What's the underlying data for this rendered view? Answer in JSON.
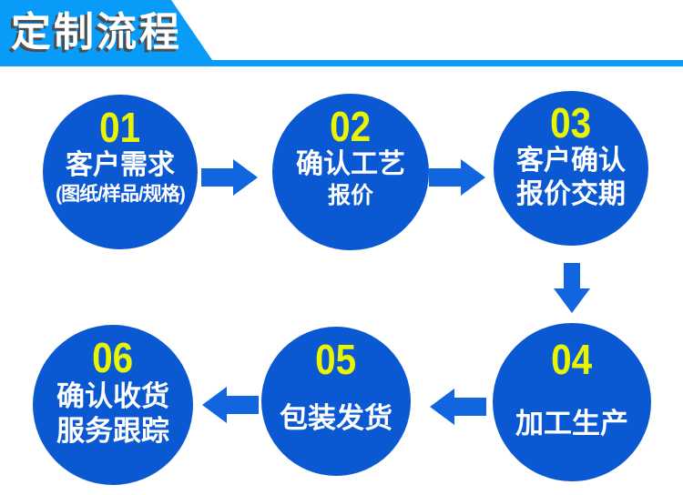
{
  "header": {
    "title": "定制流程"
  },
  "colors": {
    "banner_blue": "#089cf8",
    "circle_blue": "#0b59d2",
    "arrow_blue": "#1165de",
    "number_yellow": "#e8f400",
    "text_white": "#ffffff",
    "title_shadow": "#4d4d4d",
    "background": "#ffffff"
  },
  "steps": [
    {
      "number": "01",
      "line1": "客户需求",
      "line2": "(图纸/样品/规格)"
    },
    {
      "number": "02",
      "line1": "确认工艺",
      "line2": "报价"
    },
    {
      "number": "03",
      "line1": "客户确认",
      "line2": "报价交期"
    },
    {
      "number": "04",
      "line1": "加工生产",
      "line2": ""
    },
    {
      "number": "05",
      "line1": "包装发货",
      "line2": ""
    },
    {
      "number": "06",
      "line1": "确认收货",
      "line2": "服务跟踪"
    }
  ],
  "flow": [
    "01→02",
    "02→03",
    "03→04",
    "04→05",
    "05→06"
  ]
}
